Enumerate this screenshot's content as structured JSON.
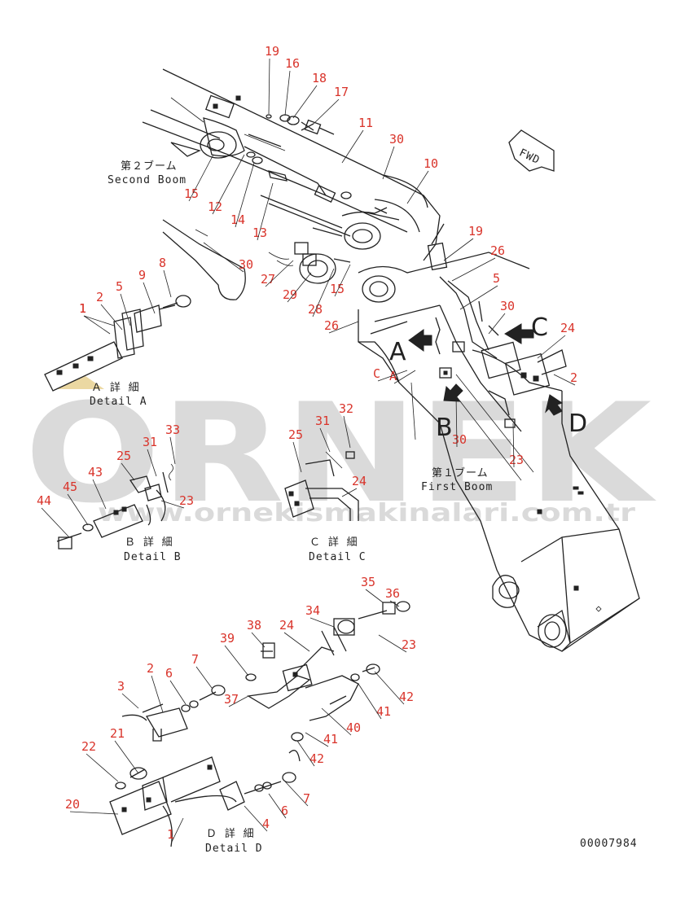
{
  "labels": {
    "second_boom": [
      "第２ブーム",
      "Second Boom"
    ],
    "first_boom": [
      "第１ブーム",
      "First Boom"
    ],
    "detail_a": [
      "Ａ 詳 細",
      "Detail A"
    ],
    "detail_b": [
      "Ｂ 詳 細",
      "Detail B"
    ],
    "detail_c": [
      "Ｃ 詳 細",
      "Detail C"
    ],
    "detail_d": [
      "Ｄ 詳 細",
      "Detail D"
    ],
    "fwd": "FWD",
    "view_a": "A",
    "view_b": "B",
    "view_c": "C",
    "view_d": "D",
    "drawing_number": "00007984"
  },
  "watermark": {
    "brand": "ORNEK",
    "url": "www.ornekismakinalari.com.tr"
  },
  "callouts": [
    "19",
    "16",
    "18",
    "17",
    "11",
    "30",
    "10",
    "15",
    "12",
    "14",
    "13",
    "30",
    "27",
    "29",
    "28",
    "15",
    "26",
    "19",
    "26",
    "5",
    "30",
    "24",
    "2",
    "C",
    "A",
    "30",
    "23",
    "1",
    "8",
    "9",
    "5",
    "2",
    "1",
    "33",
    "31",
    "25",
    "43",
    "45",
    "44",
    "23",
    "32",
    "31",
    "25",
    "24",
    "36",
    "35",
    "34",
    "24",
    "23",
    "39",
    "38",
    "7",
    "6",
    "2",
    "3",
    "37",
    "42",
    "41",
    "21",
    "22",
    "40",
    "41",
    "42",
    "7",
    "6",
    "4",
    "20",
    "1"
  ],
  "colors": {
    "callout": "#d9342b",
    "line": "#222222",
    "watermark": "#bdbdbd"
  }
}
